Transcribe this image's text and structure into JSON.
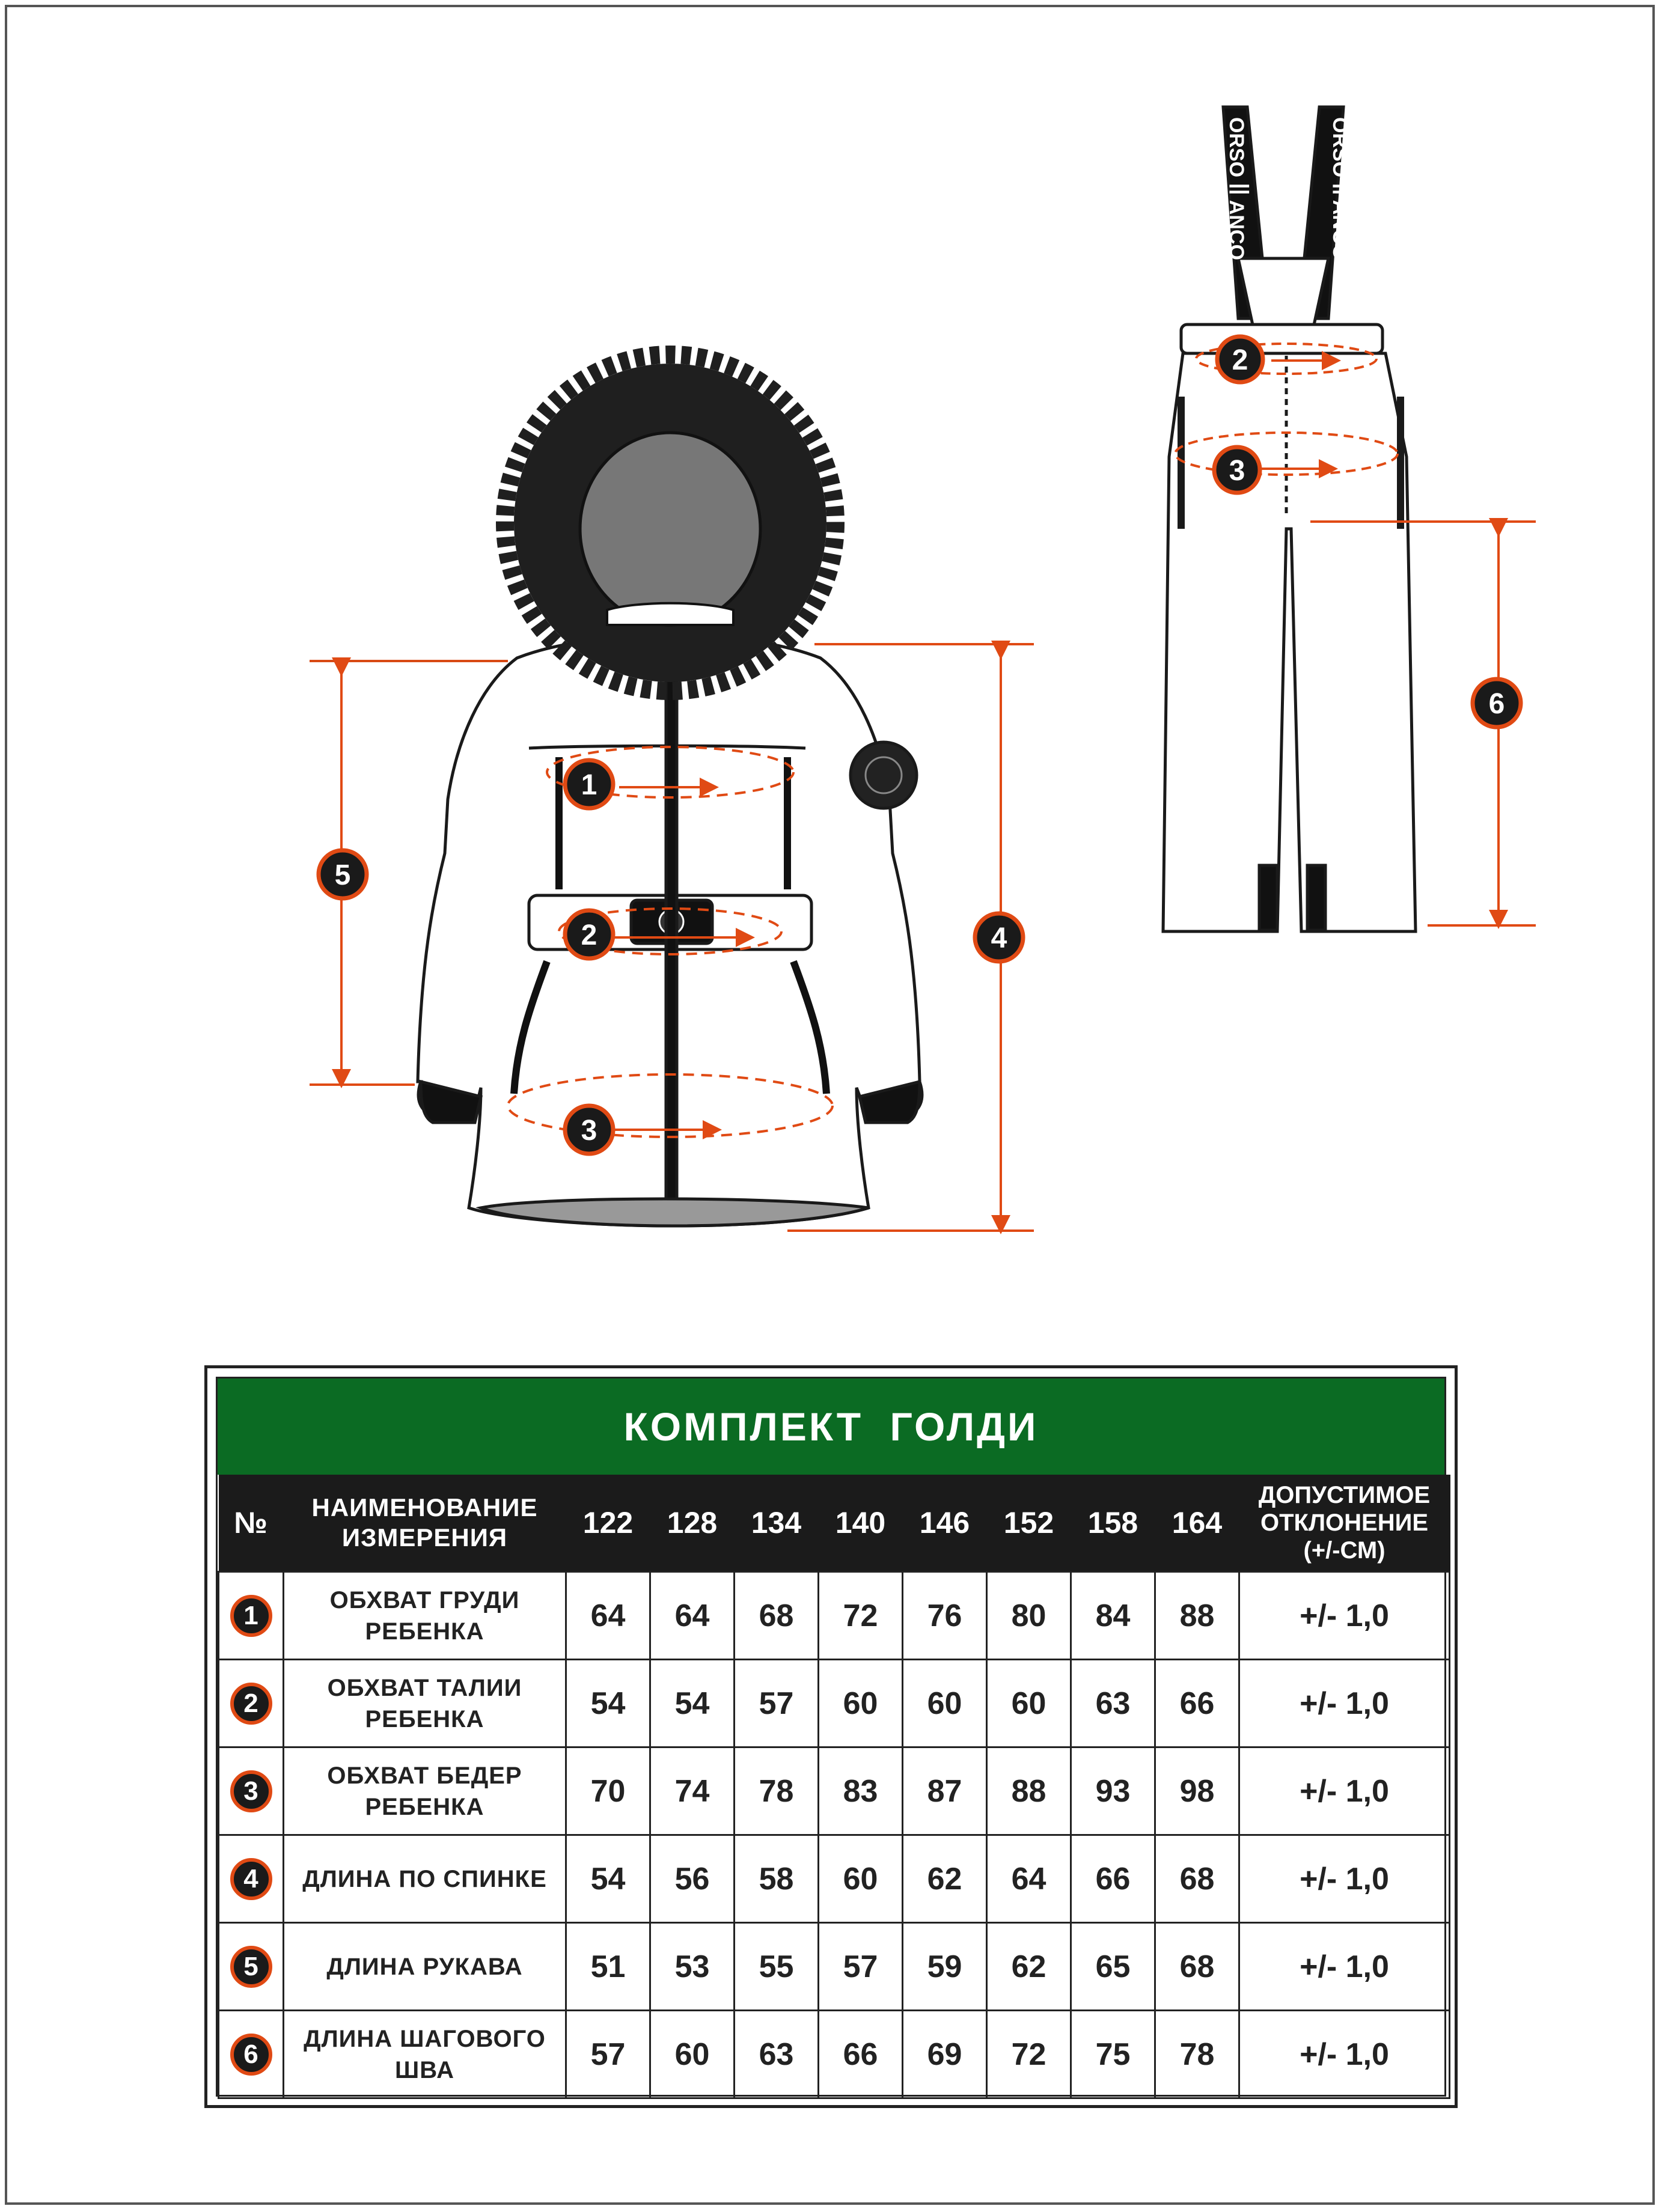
{
  "colors": {
    "accent_orange": "#e04a14",
    "header_green": "#0b6b23",
    "header_black": "#1b1b1b"
  },
  "diagram": {
    "callouts": [
      "1",
      "2",
      "3",
      "4",
      "5",
      "6"
    ],
    "pants_callouts": [
      "2",
      "3"
    ],
    "suspender_text_left": "ORSO ꟾꟾ ANCO",
    "suspender_text_right": "ORSO ꟾꟾ ANCO"
  },
  "table": {
    "title": "КОМПЛЕКТ  ГОЛДИ",
    "header": {
      "no": "№",
      "name": "НАИМЕНОВАНИЕ ИЗМЕРЕНИЯ",
      "sizes": [
        "122",
        "128",
        "134",
        "140",
        "146",
        "152",
        "158",
        "164"
      ],
      "tolerance": "ДОПУСТИМОЕ ОТКЛОНЕНИЕ (+/-СМ)"
    },
    "rows": [
      {
        "no": "1",
        "name": "ОБХВАТ ГРУДИ РЕБЕНКА",
        "values": [
          "64",
          "64",
          "68",
          "72",
          "76",
          "80",
          "84",
          "88"
        ],
        "tolerance": "+/- 1,0"
      },
      {
        "no": "2",
        "name": "ОБХВАТ ТАЛИИ РЕБЕНКА",
        "values": [
          "54",
          "54",
          "57",
          "60",
          "60",
          "60",
          "63",
          "66"
        ],
        "tolerance": "+/- 1,0"
      },
      {
        "no": "3",
        "name": "ОБХВАТ БЕДЕР РЕБЕНКА",
        "values": [
          "70",
          "74",
          "78",
          "83",
          "87",
          "88",
          "93",
          "98"
        ],
        "tolerance": "+/- 1,0"
      },
      {
        "no": "4",
        "name": "ДЛИНА ПО СПИНКЕ",
        "values": [
          "54",
          "56",
          "58",
          "60",
          "62",
          "64",
          "66",
          "68"
        ],
        "tolerance": "+/- 1,0"
      },
      {
        "no": "5",
        "name": "ДЛИНА РУКАВА",
        "values": [
          "51",
          "53",
          "55",
          "57",
          "59",
          "62",
          "65",
          "68"
        ],
        "tolerance": "+/- 1,0"
      },
      {
        "no": "6",
        "name": "ДЛИНА ШАГОВОГО ШВА",
        "values": [
          "57",
          "60",
          "63",
          "66",
          "69",
          "72",
          "75",
          "78"
        ],
        "tolerance": "+/- 1,0"
      }
    ]
  }
}
